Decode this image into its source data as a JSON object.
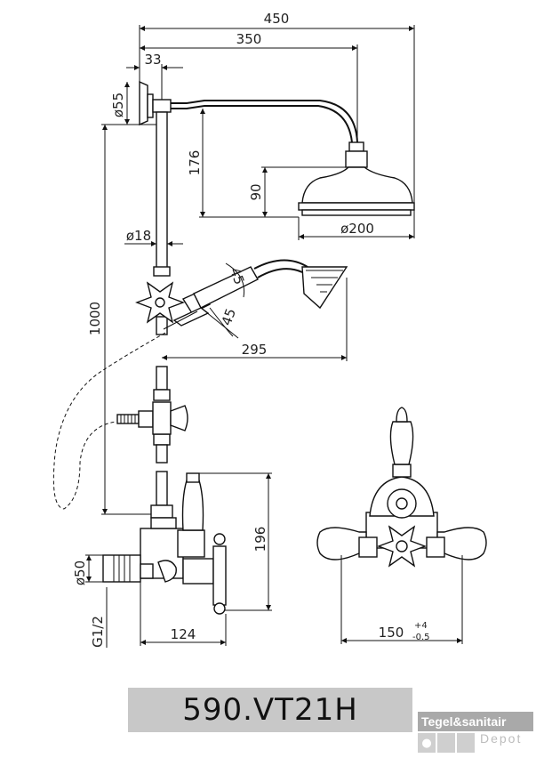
{
  "dimensions": {
    "d450": "450",
    "d350": "350",
    "d33": "33",
    "d55": "ø55",
    "d176": "176",
    "d90": "90",
    "d200": "ø200",
    "d18": "ø18",
    "d45a": "45",
    "d45b": "45",
    "d1000": "1000",
    "d295": "295",
    "d196": "196",
    "d50": "ø50",
    "g12": "G1/2",
    "d124": "124",
    "d150": "150",
    "d150tol_up": "+4",
    "d150tol_dn": "-0.5"
  },
  "model": {
    "code": "590.VT21H"
  },
  "logo": {
    "brand": "Tegel&sanitair",
    "sub": "Depot"
  }
}
